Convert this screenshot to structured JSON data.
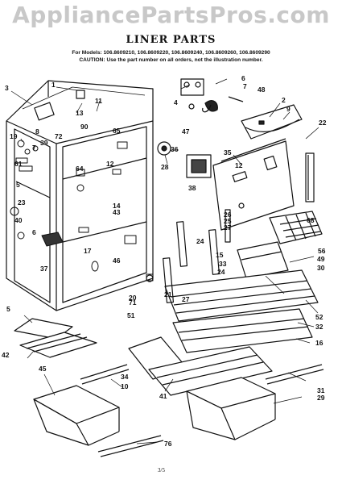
{
  "watermark": "AppliancePartsPros.com",
  "title": "LINER PARTS",
  "models_line": "For Models: 106.8609210, 106.8609220, 106.8609240, 106.8609260, 106.8609290",
  "caution_line": "CAUTION: Use the part number on all orders, not the illustration number.",
  "page_number": "3/5",
  "callouts": [
    "3",
    "1",
    "13",
    "11",
    "90",
    "19",
    "8",
    "72",
    "39",
    "7",
    "61",
    "5",
    "64",
    "40",
    "23",
    "6",
    "37",
    "65",
    "12",
    "14",
    "43",
    "17",
    "46",
    "20",
    "71",
    "51",
    "6",
    "7",
    "48",
    "4",
    "47",
    "2",
    "9",
    "22",
    "36",
    "28",
    "38",
    "35",
    "12",
    "68",
    "26",
    "25",
    "27",
    "24",
    "15",
    "33",
    "24",
    "56",
    "49",
    "30",
    "21",
    "27",
    "52",
    "32",
    "16",
    "5",
    "42",
    "45",
    "34",
    "10",
    "41",
    "31",
    "29",
    "76"
  ]
}
